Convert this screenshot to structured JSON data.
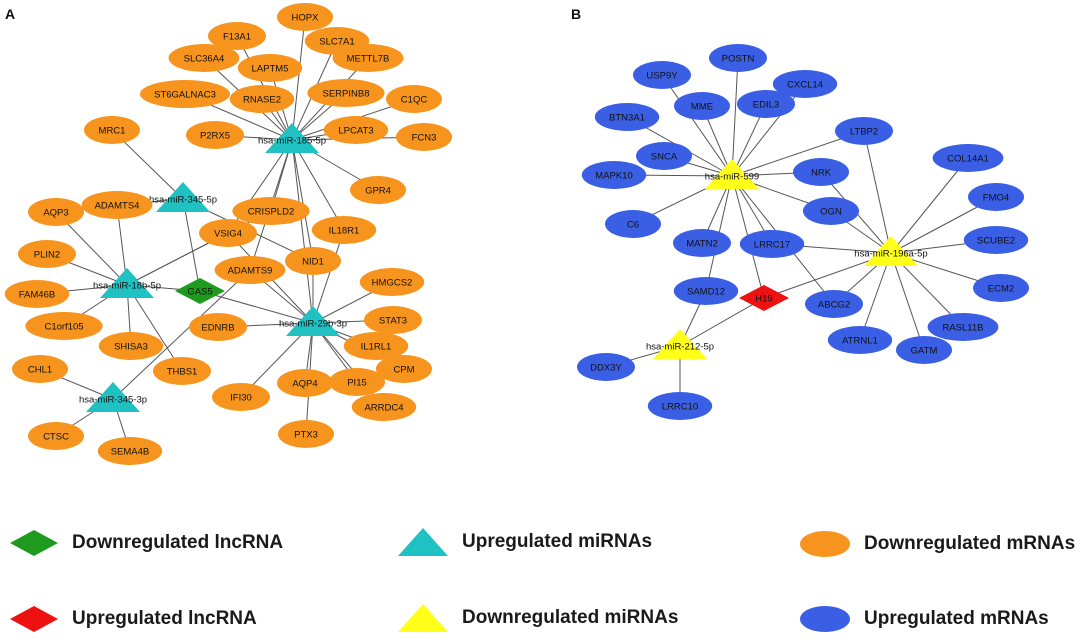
{
  "panels": [
    {
      "letter": "A",
      "nodes": [
        {
          "id": "mir185",
          "label": "hsa-miR-185-5p",
          "type": "mirna_up"
        },
        {
          "id": "mir345_5p",
          "label": "hsa-miR-345-5p",
          "type": "mirna_up"
        },
        {
          "id": "mir18b",
          "label": "hsa-miR-18b-5p",
          "type": "mirna_up"
        },
        {
          "id": "mir29b",
          "label": "hsa-miR-29b-3p",
          "type": "mirna_up"
        },
        {
          "id": "mir345_3p",
          "label": "hsa-miR-345-3p",
          "type": "mirna_up"
        },
        {
          "id": "gas5",
          "label": "GAS5",
          "type": "lnc_down"
        },
        {
          "id": "HOPX",
          "label": "HOPX",
          "type": "mrna_down"
        },
        {
          "id": "F13A1",
          "label": "F13A1",
          "type": "mrna_down"
        },
        {
          "id": "SLC7A1",
          "label": "SLC7A1",
          "type": "mrna_down"
        },
        {
          "id": "SLC36A4",
          "label": "SLC36A4",
          "type": "mrna_down"
        },
        {
          "id": "LAPTM5",
          "label": "LAPTM5",
          "type": "mrna_down"
        },
        {
          "id": "METTL7B",
          "label": "METTL7B",
          "type": "mrna_down"
        },
        {
          "id": "ST6GALNAC3",
          "label": "ST6GALNAC3",
          "type": "mrna_down"
        },
        {
          "id": "RNASE2",
          "label": "RNASE2",
          "type": "mrna_down"
        },
        {
          "id": "SERPINB8",
          "label": "SERPINB8",
          "type": "mrna_down"
        },
        {
          "id": "C1QC",
          "label": "C1QC",
          "type": "mrna_down"
        },
        {
          "id": "MRC1",
          "label": "MRC1",
          "type": "mrna_down"
        },
        {
          "id": "P2RX5",
          "label": "P2RX5",
          "type": "mrna_down"
        },
        {
          "id": "LPCAT3",
          "label": "LPCAT3",
          "type": "mrna_down"
        },
        {
          "id": "FCN3",
          "label": "FCN3",
          "type": "mrna_down"
        },
        {
          "id": "GPR4",
          "label": "GPR4",
          "type": "mrna_down"
        },
        {
          "id": "ADAMTS4",
          "label": "ADAMTS4",
          "type": "mrna_down"
        },
        {
          "id": "AQP3",
          "label": "AQP3",
          "type": "mrna_down"
        },
        {
          "id": "CRISPLD2",
          "label": "CRISPLD2",
          "type": "mrna_down"
        },
        {
          "id": "VSIG4",
          "label": "VSIG4",
          "type": "mrna_down"
        },
        {
          "id": "IL18R1",
          "label": "IL18R1",
          "type": "mrna_down"
        },
        {
          "id": "PLIN2",
          "label": "PLIN2",
          "type": "mrna_down"
        },
        {
          "id": "NID1",
          "label": "NID1",
          "type": "mrna_down"
        },
        {
          "id": "ADAMTS9",
          "label": "ADAMTS9",
          "type": "mrna_down"
        },
        {
          "id": "HMGCS2",
          "label": "HMGCS2",
          "type": "mrna_down"
        },
        {
          "id": "FAM46B",
          "label": "FAM46B",
          "type": "mrna_down"
        },
        {
          "id": "STAT3",
          "label": "STAT3",
          "type": "mrna_down"
        },
        {
          "id": "C1orf105",
          "label": "C1orf105",
          "type": "mrna_down"
        },
        {
          "id": "EDNRB",
          "label": "EDNRB",
          "type": "mrna_down"
        },
        {
          "id": "SHISA3",
          "label": "SHISA3",
          "type": "mrna_down"
        },
        {
          "id": "IL1RL1",
          "label": "IL1RL1",
          "type": "mrna_down"
        },
        {
          "id": "CHL1",
          "label": "CHL1",
          "type": "mrna_down"
        },
        {
          "id": "THBS1",
          "label": "THBS1",
          "type": "mrna_down"
        },
        {
          "id": "CPM",
          "label": "CPM",
          "type": "mrna_down"
        },
        {
          "id": "AQP4",
          "label": "AQP4",
          "type": "mrna_down"
        },
        {
          "id": "PI15",
          "label": "PI15",
          "type": "mrna_down"
        },
        {
          "id": "IFI30",
          "label": "IFI30",
          "type": "mrna_down"
        },
        {
          "id": "ARRDC4",
          "label": "ARRDC4",
          "type": "mrna_down"
        },
        {
          "id": "CTSC",
          "label": "CTSC",
          "type": "mrna_down"
        },
        {
          "id": "PTX3",
          "label": "PTX3",
          "type": "mrna_down"
        },
        {
          "id": "SEMA4B",
          "label": "SEMA4B",
          "type": "mrna_down"
        }
      ],
      "edges": [
        [
          "mir185",
          "HOPX"
        ],
        [
          "mir185",
          "F13A1"
        ],
        [
          "mir185",
          "SLC7A1"
        ],
        [
          "mir185",
          "SLC36A4"
        ],
        [
          "mir185",
          "LAPTM5"
        ],
        [
          "mir185",
          "METTL7B"
        ],
        [
          "mir185",
          "ST6GALNAC3"
        ],
        [
          "mir185",
          "RNASE2"
        ],
        [
          "mir185",
          "SERPINB8"
        ],
        [
          "mir185",
          "C1QC"
        ],
        [
          "mir185",
          "P2RX5"
        ],
        [
          "mir185",
          "LPCAT3"
        ],
        [
          "mir185",
          "FCN3"
        ],
        [
          "mir185",
          "GPR4"
        ],
        [
          "mir185",
          "CRISPLD2"
        ],
        [
          "mir185",
          "VSIG4"
        ],
        [
          "mir185",
          "IL18R1"
        ],
        [
          "mir185",
          "NID1"
        ],
        [
          "mir185",
          "ADAMTS9"
        ],
        [
          "mir185",
          "mir29b"
        ],
        [
          "mir345_5p",
          "MRC1"
        ],
        [
          "mir345_5p",
          "ADAMTS4"
        ],
        [
          "mir345_5p",
          "gas5"
        ],
        [
          "mir345_5p",
          "NID1"
        ],
        [
          "mir18b",
          "ADAMTS4"
        ],
        [
          "mir18b",
          "AQP3"
        ],
        [
          "mir18b",
          "PLIN2"
        ],
        [
          "mir18b",
          "FAM46B"
        ],
        [
          "mir18b",
          "C1orf105"
        ],
        [
          "mir18b",
          "SHISA3"
        ],
        [
          "mir18b",
          "THBS1"
        ],
        [
          "mir18b",
          "VSIG4"
        ],
        [
          "mir18b",
          "CRISPLD2"
        ],
        [
          "mir18b",
          "gas5"
        ],
        [
          "mir29b",
          "gas5"
        ],
        [
          "mir29b",
          "VSIG4"
        ],
        [
          "mir29b",
          "ADAMTS9"
        ],
        [
          "mir29b",
          "NID1"
        ],
        [
          "mir29b",
          "IL18R1"
        ],
        [
          "mir29b",
          "HMGCS2"
        ],
        [
          "mir29b",
          "STAT3"
        ],
        [
          "mir29b",
          "IL1RL1"
        ],
        [
          "mir29b",
          "CPM"
        ],
        [
          "mir29b",
          "PI15"
        ],
        [
          "mir29b",
          "ARRDC4"
        ],
        [
          "mir29b",
          "AQP4"
        ],
        [
          "mir29b",
          "PTX3"
        ],
        [
          "mir29b",
          "IFI30"
        ],
        [
          "mir29b",
          "EDNRB"
        ],
        [
          "mir345_3p",
          "CHL1"
        ],
        [
          "mir345_3p",
          "CTSC"
        ],
        [
          "mir345_3p",
          "SEMA4B"
        ],
        [
          "mir345_3p",
          "ADAMTS9"
        ]
      ]
    },
    {
      "letter": "B",
      "nodes": [
        {
          "id": "mir599",
          "label": "hsa-miR-599",
          "type": "mirna_down"
        },
        {
          "id": "mir196a",
          "label": "hsa-miR-196a-5p",
          "type": "mirna_down"
        },
        {
          "id": "mir212",
          "label": "hsa-miR-212-5p",
          "type": "mirna_down"
        },
        {
          "id": "h19",
          "label": "H19",
          "type": "lnc_up"
        },
        {
          "id": "POSTN",
          "label": "POSTN",
          "type": "mrna_up"
        },
        {
          "id": "USP9Y",
          "label": "USP9Y",
          "type": "mrna_up"
        },
        {
          "id": "CXCL14",
          "label": "CXCL14",
          "type": "mrna_up"
        },
        {
          "id": "MME",
          "label": "MME",
          "type": "mrna_up"
        },
        {
          "id": "EDIL3",
          "label": "EDIL3",
          "type": "mrna_up"
        },
        {
          "id": "BTN3A1",
          "label": "BTN3A1",
          "type": "mrna_up"
        },
        {
          "id": "LTBP2",
          "label": "LTBP2",
          "type": "mrna_up"
        },
        {
          "id": "SNCA",
          "label": "SNCA",
          "type": "mrna_up"
        },
        {
          "id": "COL14A1",
          "label": "COL14A1",
          "type": "mrna_up"
        },
        {
          "id": "NRK",
          "label": "NRK",
          "type": "mrna_up"
        },
        {
          "id": "MAPK10",
          "label": "MAPK10",
          "type": "mrna_up"
        },
        {
          "id": "FMO4",
          "label": "FMO4",
          "type": "mrna_up"
        },
        {
          "id": "OGN",
          "label": "OGN",
          "type": "mrna_up"
        },
        {
          "id": "C6",
          "label": "C6",
          "type": "mrna_up"
        },
        {
          "id": "MATN2",
          "label": "MATN2",
          "type": "mrna_up"
        },
        {
          "id": "LRRC17",
          "label": "LRRC17",
          "type": "mrna_up"
        },
        {
          "id": "SCUBE2",
          "label": "SCUBE2",
          "type": "mrna_up"
        },
        {
          "id": "ECM2",
          "label": "ECM2",
          "type": "mrna_up"
        },
        {
          "id": "SAMD12",
          "label": "SAMD12",
          "type": "mrna_up"
        },
        {
          "id": "ABCG2",
          "label": "ABCG2",
          "type": "mrna_up"
        },
        {
          "id": "RASL11B",
          "label": "RASL11B",
          "type": "mrna_up"
        },
        {
          "id": "ATRNL1",
          "label": "ATRNL1",
          "type": "mrna_up"
        },
        {
          "id": "GATM",
          "label": "GATM",
          "type": "mrna_up"
        },
        {
          "id": "DDX3Y",
          "label": "DDX3Y",
          "type": "mrna_up"
        },
        {
          "id": "LRRC10",
          "label": "LRRC10",
          "type": "mrna_up"
        }
      ],
      "edges": [
        [
          "mir599",
          "POSTN"
        ],
        [
          "mir599",
          "USP9Y"
        ],
        [
          "mir599",
          "MME"
        ],
        [
          "mir599",
          "EDIL3"
        ],
        [
          "mir599",
          "CXCL14"
        ],
        [
          "mir599",
          "BTN3A1"
        ],
        [
          "mir599",
          "SNCA"
        ],
        [
          "mir599",
          "MAPK10"
        ],
        [
          "mir599",
          "C6"
        ],
        [
          "mir599",
          "MATN2"
        ],
        [
          "mir599",
          "LRRC17"
        ],
        [
          "mir599",
          "SAMD12"
        ],
        [
          "mir599",
          "h19"
        ],
        [
          "mir599",
          "ABCG2"
        ],
        [
          "mir599",
          "OGN"
        ],
        [
          "mir599",
          "NRK"
        ],
        [
          "mir599",
          "LTBP2"
        ],
        [
          "mir196a",
          "LTBP2"
        ],
        [
          "mir196a",
          "COL14A1"
        ],
        [
          "mir196a",
          "FMO4"
        ],
        [
          "mir196a",
          "SCUBE2"
        ],
        [
          "mir196a",
          "ECM2"
        ],
        [
          "mir196a",
          "RASL11B"
        ],
        [
          "mir196a",
          "GATM"
        ],
        [
          "mir196a",
          "ATRNL1"
        ],
        [
          "mir196a",
          "ABCG2"
        ],
        [
          "mir196a",
          "LRRC17"
        ],
        [
          "mir196a",
          "OGN"
        ],
        [
          "mir196a",
          "h19"
        ],
        [
          "mir196a",
          "NRK"
        ],
        [
          "mir212",
          "h19"
        ],
        [
          "mir212",
          "SAMD12"
        ],
        [
          "mir212",
          "DDX3Y"
        ],
        [
          "mir212",
          "LRRC10"
        ]
      ]
    }
  ],
  "colors": {
    "mrna_down": "#F7941D",
    "mrna_up": "#3A5FE5",
    "mirna_up": "#1FC1C3",
    "mirna_down": "#FFFF1A",
    "lnc_down": "#1E9B1E",
    "lnc_up": "#EE1111",
    "edge": "#555555"
  },
  "legend": [
    {
      "shape": "diamond",
      "color_key": "lnc_down",
      "label": "Downregulated lncRNA"
    },
    {
      "shape": "triangle",
      "color_key": "mirna_up",
      "label": "Upregulated miRNAs"
    },
    {
      "shape": "ellipse",
      "color_key": "mrna_down",
      "label": "Downregulated mRNAs"
    },
    {
      "shape": "diamond",
      "color_key": "lnc_up",
      "label": "Upregulated lncRNA"
    },
    {
      "shape": "triangle",
      "color_key": "mirna_down",
      "label": "Downregulated miRNAs"
    },
    {
      "shape": "ellipse",
      "color_key": "mrna_up",
      "label": "Upregulated mRNAs"
    }
  ]
}
